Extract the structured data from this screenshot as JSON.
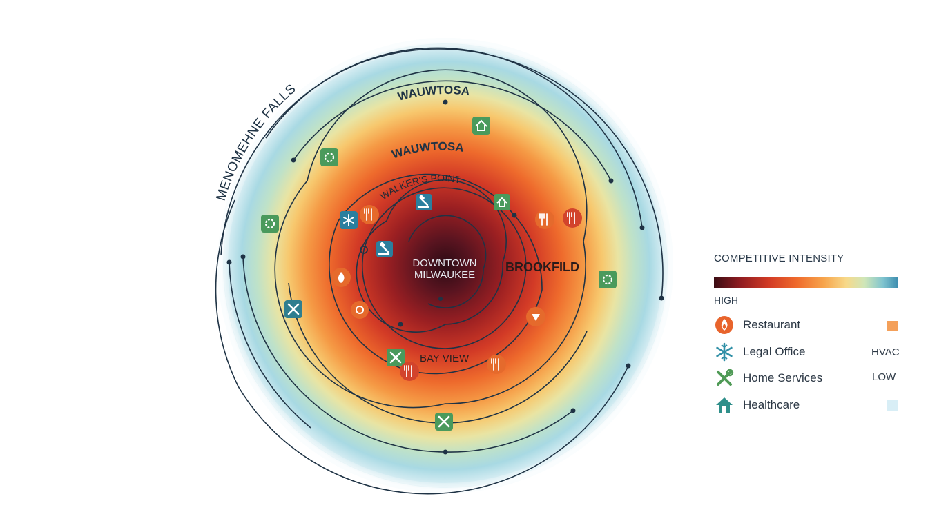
{
  "diagram": {
    "center_label_line1": "DOWNTOWN",
    "center_label_line2": "MILWAUKEE",
    "ring_labels": {
      "outer_arc": "MENOMEHNE FALLS",
      "ring_top_outer": "WAUWTOSA",
      "ring_top_inner": "WAUWTOSA",
      "ring_walkers": "WALKER'S POINT",
      "ring_east": "BROOKFILD",
      "ring_south": "BAY VIEW"
    }
  },
  "legend": {
    "title": "COMPETITIVE INTENSITY",
    "high_label": "HIGH",
    "low_label": "LOW",
    "hvac_label": "HVAC",
    "items": [
      {
        "label": "Restaurant",
        "icon": "flame-icon",
        "color": "#e8642c"
      },
      {
        "label": "Legal Office",
        "icon": "snowflake-icon",
        "color": "#2f8fa6"
      },
      {
        "label": "Home Services",
        "icon": "tools-icon",
        "color": "#4f9a56"
      },
      {
        "label": "Healthcare",
        "icon": "house-icon",
        "color": "#2f8f8a"
      }
    ],
    "swatch_high_color": "#f4a05a",
    "swatch_low_color": "#d8eef6"
  },
  "colors": {
    "restaurant": "#e05a2b",
    "restaurant_dark": "#d2442c",
    "legal": "#2b7f9e",
    "home_services": "#4f9a56",
    "healthcare": "#3a9a6a",
    "line": "#1f3345"
  }
}
